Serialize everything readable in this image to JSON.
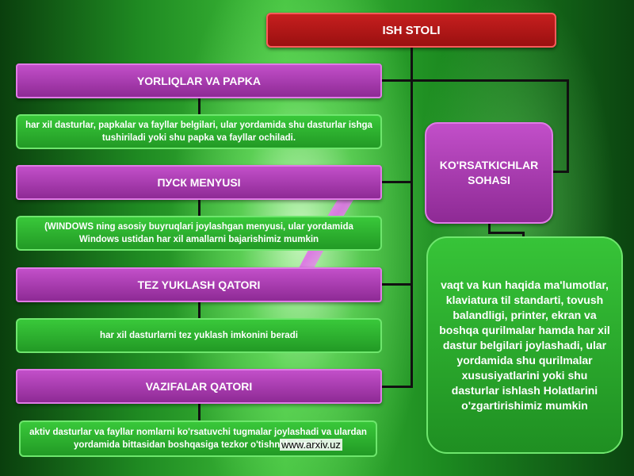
{
  "root": {
    "title": "ISH STOLI"
  },
  "sections": [
    {
      "heading": "YORLIQLAR VA PAPKA",
      "description": "har xil dasturlar, papkalar va fayllar belgilari, ular yordamida shu dasturlar ishga tushiriladi yoki shu papka va fayllar ochiladi."
    },
    {
      "heading": "ПУСК MENYUSI",
      "description": "(WINDOWS ning asosiy buyruqlari joylashgan menyusi, ular yordamida Windows ustidan har xil amallarni bajarishimiz mumkin"
    },
    {
      "heading": "TEZ YUKLASH QATORI",
      "description": "har xil dasturlarni tez yuklash imkonini beradi"
    },
    {
      "heading": "VAZIFALAR QATORI",
      "description": "aktiv dasturlar va fayllar nomlarni ko'rsatuvchi tugmalar joylashadi va ulardan yordamida bittasidan boshqasiga tezkor o'tishni bajaradi."
    }
  ],
  "indicator": {
    "heading": "KO'RSATKICHLAR SOHASI",
    "description": "vaqt va kun haqida ma'lumotlar, klaviatura til standarti, tovush balandligi, printer, ekran va boshqa qurilmalar hamda har xil dastur belgilari joylashadi, ular yordamida shu qurilmalar xususiyatlarini yoki shu dasturlar ishlash Holatlarini o'zgartirishimiz mumkin"
  },
  "watermark": "www.arxiv.uz",
  "colors": {
    "title_red": "#b81818",
    "box_pink": "#a93bb0",
    "box_green": "#2db22f",
    "connector": "#111111"
  }
}
